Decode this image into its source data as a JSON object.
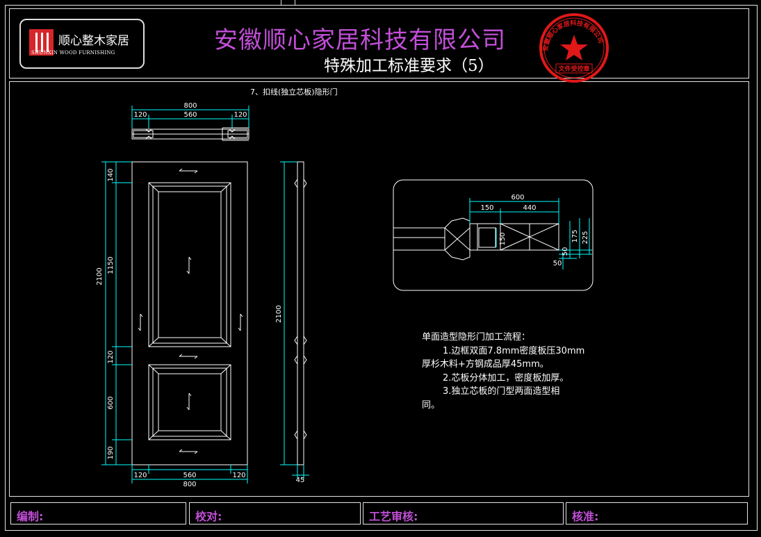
{
  "header": {
    "company": "安徽顺心家居科技有限公司",
    "doc_title": "特殊加工标准要求（5）",
    "logo_cn": "顺心整木家居",
    "logo_en": "SHUNXIN WOOD FURNISHING",
    "stamp_text": "安徽顺心家居科技有限公司",
    "stamp_sub": "文件受控章"
  },
  "drawing": {
    "caption": "7、扣线(独立芯板)隐形门",
    "top_view": {
      "total": "800",
      "left": "120",
      "mid": "560",
      "right": "120"
    },
    "front_view": {
      "height_total": "2100",
      "seg_top": "140",
      "seg_upper_panel": "1150",
      "seg_mid_rail": "120",
      "seg_lower_panel": "600",
      "seg_bottom": "190",
      "width_total": "800",
      "width_left": "120",
      "width_mid": "560",
      "width_right": "120"
    },
    "side_view": {
      "height": "2100",
      "thickness": "45"
    },
    "detail": {
      "total": "600",
      "part_a": "150",
      "part_b": "440",
      "inner_h": "150",
      "d1": "50",
      "d2": "175",
      "d3": "225",
      "d4": "50"
    }
  },
  "notes": {
    "title": "单面造型隐形门加工流程：",
    "line1": "1.边框双面7.8mm密度板压30mm",
    "line1b": "厚杉木料+方钢成品厚45mm。",
    "line2": "2.芯板分体加工，密度板加厚。",
    "line3": "3.独立芯板的门型两面造型相",
    "line3b": "同。"
  },
  "footer": {
    "editor": "编制:",
    "checker": "校对:",
    "process_review": "工艺审核:",
    "approver": "核准:"
  },
  "colors": {
    "dim": "#00ffff",
    "line": "#ffffff",
    "title": "#c24fd8",
    "stamp": "#e01818"
  }
}
